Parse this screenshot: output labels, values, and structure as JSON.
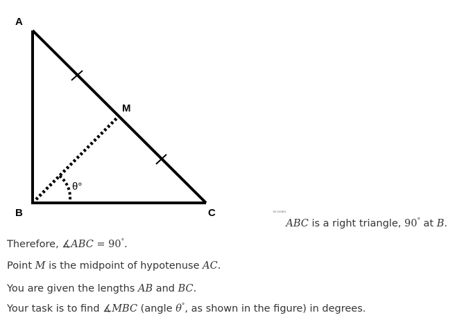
{
  "figure": {
    "vertex_a": "A",
    "vertex_b": "B",
    "vertex_c": "C",
    "midpoint_m": "M",
    "angle_label": "θ°",
    "watermark": "BY DOSHI",
    "line_color": "#000000"
  },
  "caption": {
    "triangle": "ABC",
    "text_1": " is a right triangle, ",
    "angle_value": "90",
    "degree": "°",
    "text_2": " at ",
    "vertex": "B",
    "end": "."
  },
  "lines": {
    "l1_text": "Therefore, ",
    "l1_angle_sign": "∡",
    "l1_angle_name": "ABC",
    "l1_equals": " = 90",
    "l1_degree": "°",
    "l1_end": ".",
    "l2_text_1": "Point ",
    "l2_point": "M",
    "l2_text_2": " is the midpoint of hypotenuse ",
    "l2_segment": "AC",
    "l2_end": ".",
    "l3_text_1": "You are given the lengths ",
    "l3_seg_1": "AB",
    "l3_text_2": " and ",
    "l3_seg_2": "BC",
    "l3_end": ".",
    "l4_text_1": "Your task is to find ",
    "l4_angle_sign": "∡",
    "l4_angle_name": "MBC",
    "l4_text_2": " (angle ",
    "l4_theta": "θ",
    "l4_degree": "°",
    "l4_text_3": ", as shown in the figure) in degrees."
  }
}
